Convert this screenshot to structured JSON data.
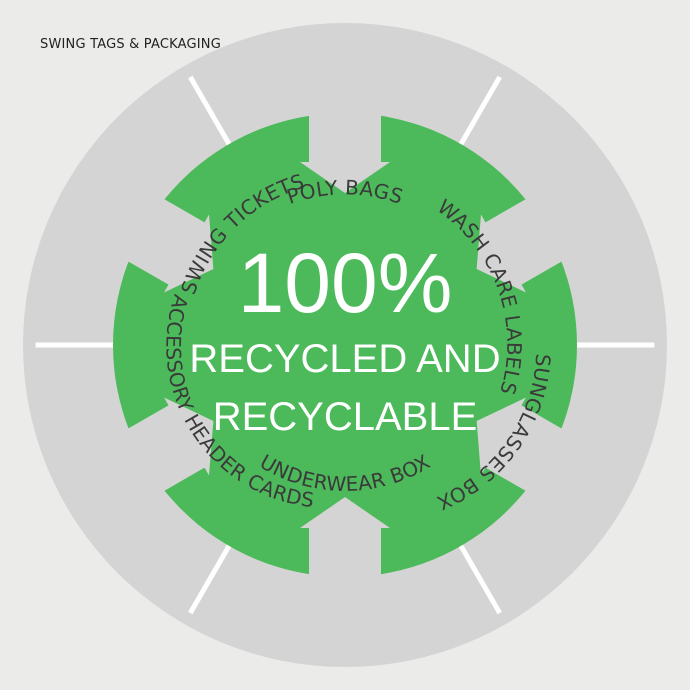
{
  "header": {
    "title": "SWING TAGS & PACKAGING"
  },
  "center": {
    "line1": "100%",
    "line2": "RECYCLED AND",
    "line3": "RECYCLABLE"
  },
  "segments": [
    {
      "label": "POLY BAGS"
    },
    {
      "label": "WASH CARE LABELS"
    },
    {
      "label": "SUNGLASSES BOX"
    },
    {
      "label": "UNDERWEAR BOX"
    },
    {
      "label": "ACCESSORY HEADER CARDS"
    },
    {
      "label": "SWING TICKETS"
    }
  ],
  "colors": {
    "background": "#ebebea",
    "ring": "#d4d4d4",
    "center": "#4cba5b",
    "label": "#3a3a3a"
  }
}
